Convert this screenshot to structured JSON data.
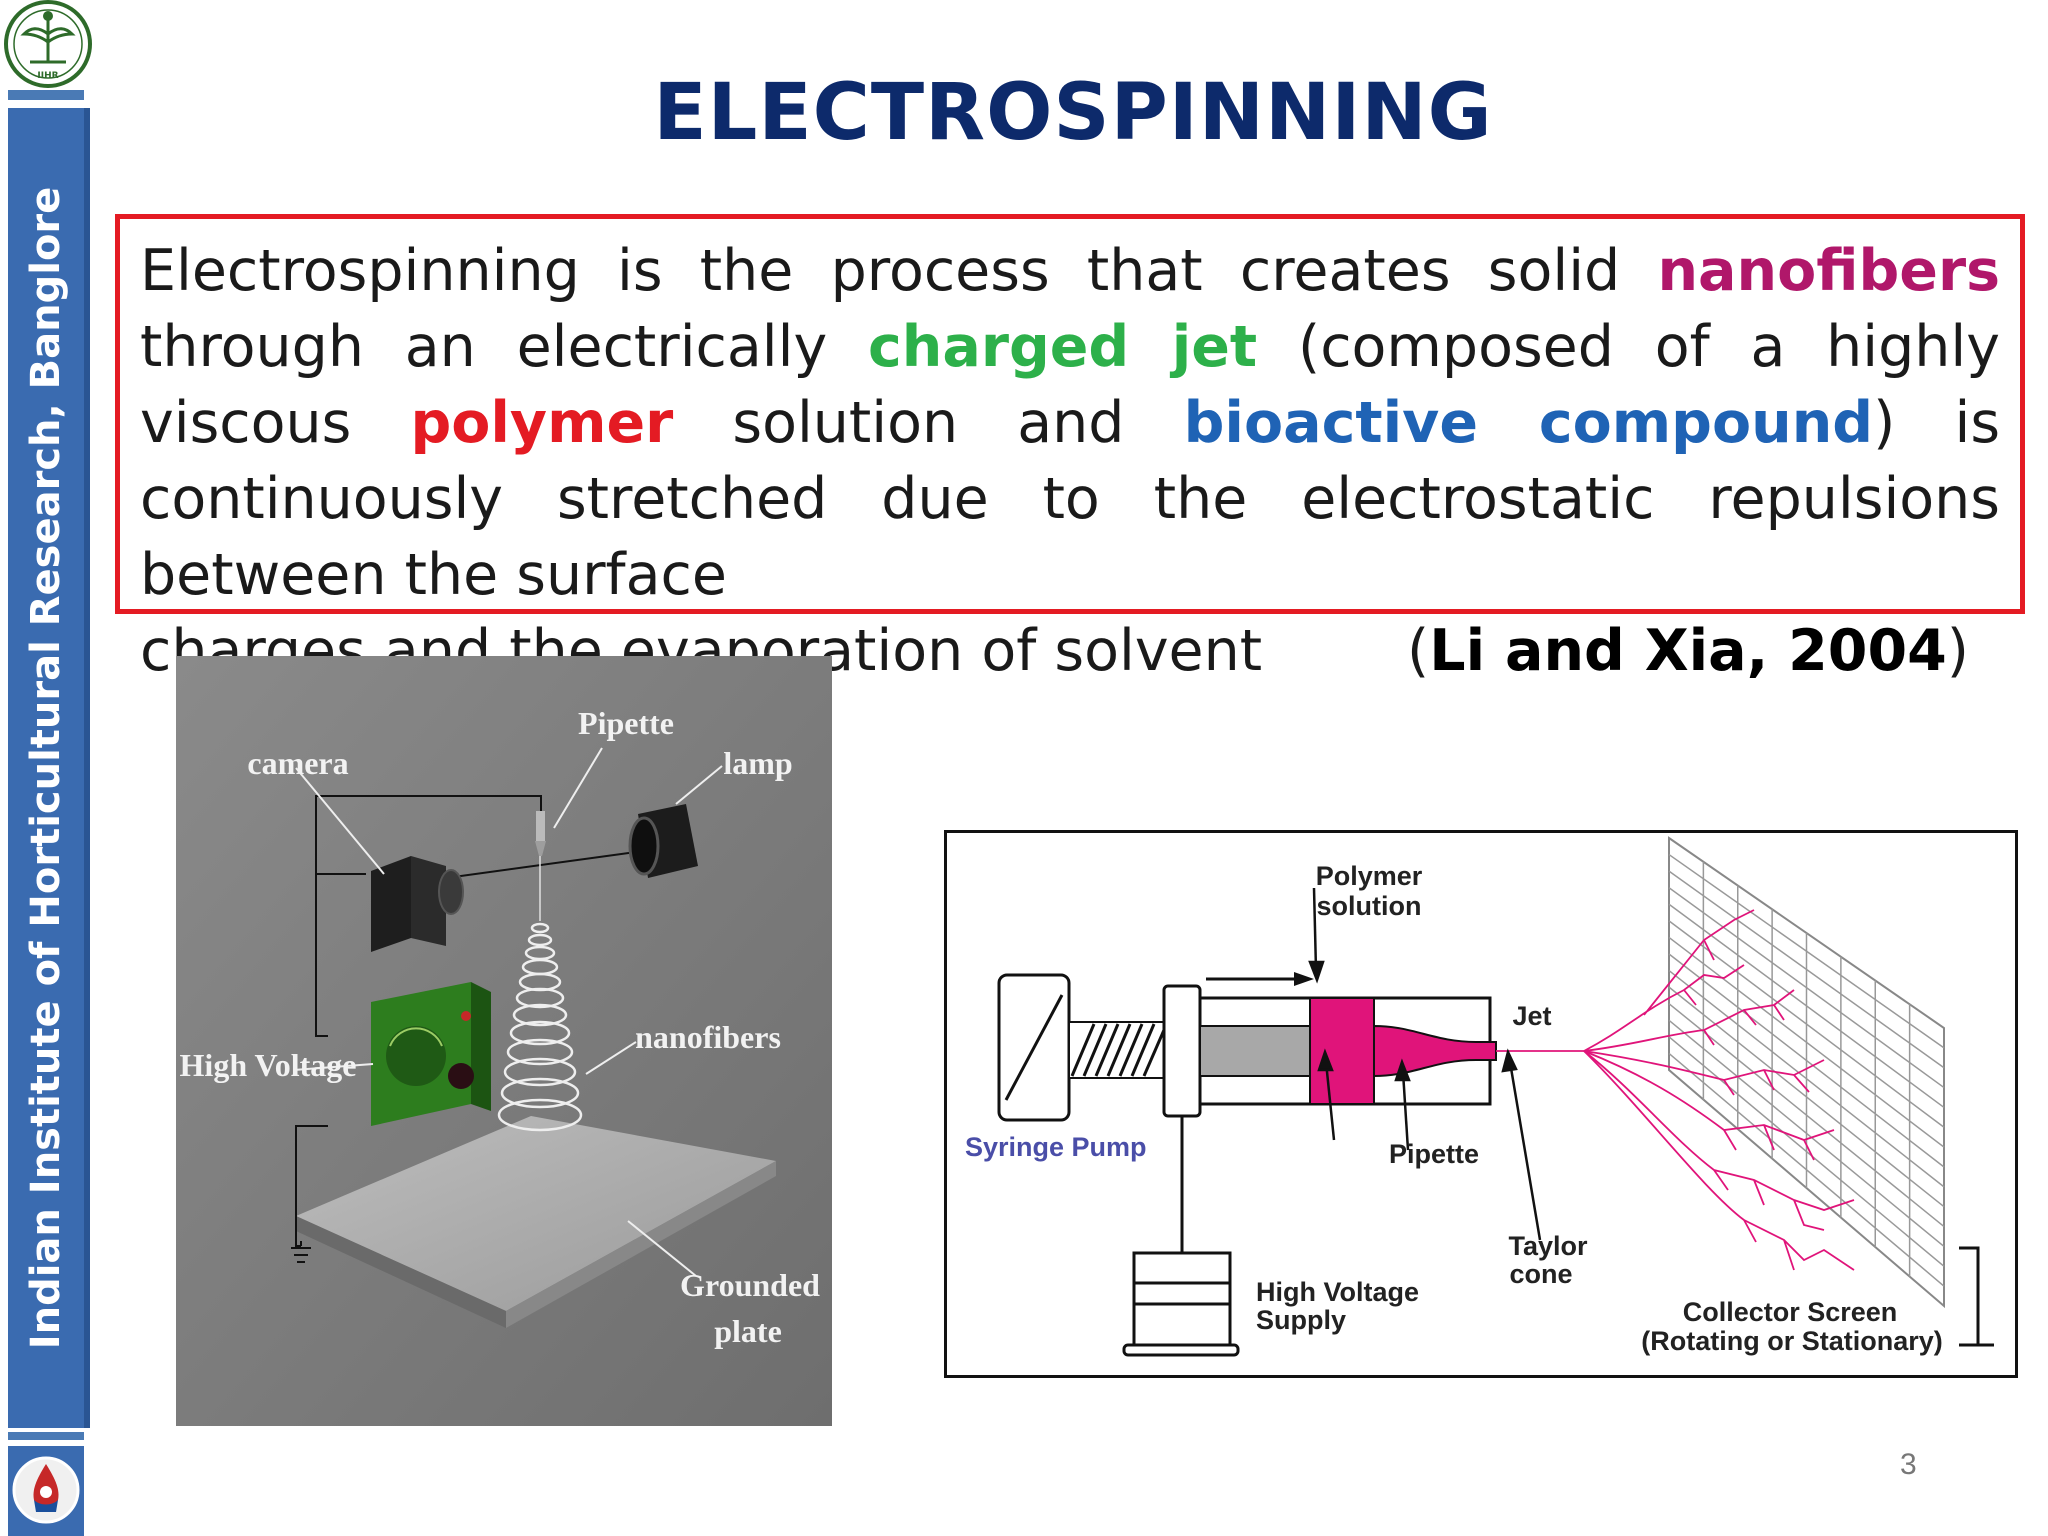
{
  "sidebar": {
    "institute": "Indian Institute of Horticultural Research, Banglore",
    "logo_top_text": "IIHR"
  },
  "slide": {
    "title": "ELECTROSPINNING",
    "page_number": "3"
  },
  "definition": {
    "part1": "Electrospinning is the process that creates solid ",
    "kw_nanofibers": "nanofibers",
    "part2": " through an electrically ",
    "kw_charged_jet": "charged jet",
    "part3": " (composed of a highly viscous ",
    "kw_polymer": "polymer",
    "part4": " solution and ",
    "kw_bioactive": "bioactive compound",
    "part5": ") is continuously stretched due to the electrostatic repulsions between the surface",
    "part6": "charges and the evaporation of solvent        (",
    "citation": "Li and Xia, 2004",
    "part7": ")"
  },
  "figure_left": {
    "labels": {
      "pipette": "Pipette",
      "camera": "camera",
      "lamp": "lamp",
      "nanofibers": "nanofibers",
      "high_voltage": "High Voltage",
      "grounded_1": "Grounded",
      "grounded_2": "plate"
    }
  },
  "figure_right": {
    "labels": {
      "polymer_1": "Polymer",
      "polymer_2": "solution",
      "jet": "Jet",
      "syringe_pump": "Syringe Pump",
      "pipette": "Pipette",
      "taylor_1": "Taylor",
      "taylor_2": "cone",
      "hv_1": "High Voltage",
      "hv_2": "Supply",
      "collector_1": "Collector Screen",
      "collector_2": "(Rotating or Stationary)"
    }
  },
  "colors": {
    "title": "#0d2a6b",
    "sidebar": "#3a6bb0",
    "box_border": "#e41b23",
    "nanofibers": "#b0176a",
    "charged_jet": "#2db04a",
    "polymer": "#e41b23",
    "bioactive": "#1f63b5",
    "fiber": "#e0147a"
  }
}
